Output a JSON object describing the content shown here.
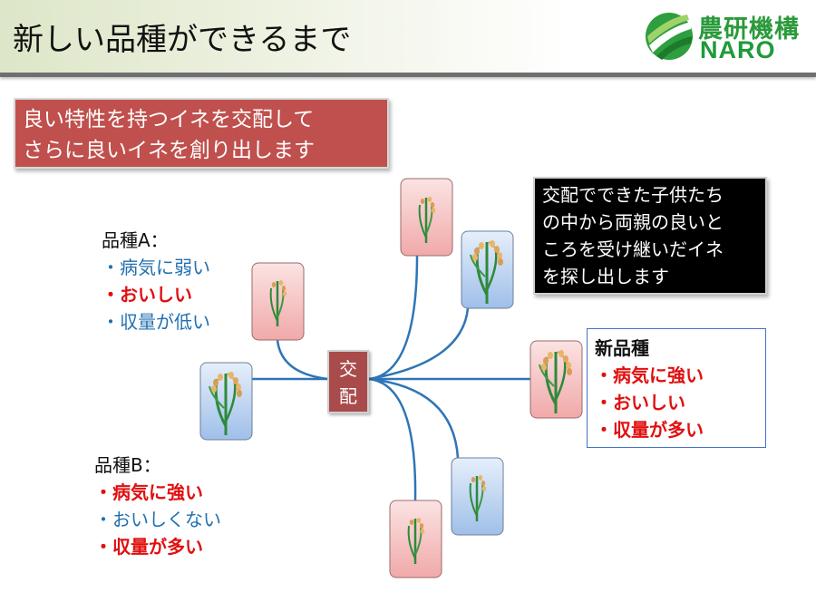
{
  "slide": {
    "title": "新しい品種ができるまで",
    "logo": {
      "jp": "農研機構",
      "en": "NARO"
    }
  },
  "intro_box": {
    "lines": [
      "良い特性を持つイネを交配して",
      "さらに良いイネを創り出します"
    ]
  },
  "note_box": {
    "lines": [
      "交配でできた子供たち",
      "の中から両親の良いと",
      "ころを受け継いだイネ",
      "を探し出します"
    ]
  },
  "variety_a": {
    "heading": "品種A：",
    "traits": [
      "・病気に弱い",
      "・おいしい",
      "・収量が低い"
    ]
  },
  "variety_b": {
    "heading": "品種B：",
    "traits": [
      "・病気に強い",
      "・おいしくない",
      "・収量が多い"
    ]
  },
  "new_variety": {
    "heading": "新品種",
    "traits": [
      "・病気に強い",
      "・おいしい",
      "・収量が多い"
    ]
  },
  "cross_label": {
    "chars": [
      "交",
      "配"
    ]
  },
  "colors": {
    "red_card": "#f4c7c7",
    "blue_card": "#c6d9f5",
    "line": "#2e75b6",
    "good_trait": "#e01010",
    "bad_trait": "#1f6fb0"
  }
}
